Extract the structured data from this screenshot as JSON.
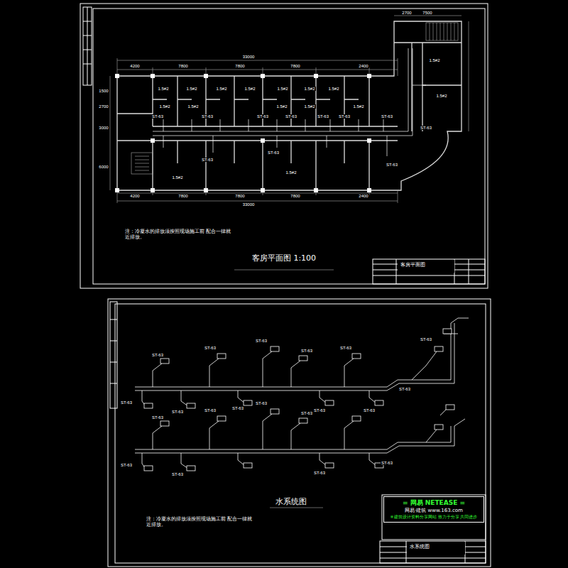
{
  "diagram": {
    "title": "客房平面图 1:100",
    "nodes": [
      {
        "text": [
          "客房平面图"
        ]
      },
      {
        "text": [
          "水系统图"
        ]
      },
      {
        "text": [
          "= 网易 NETEASE =",
          "网易·建筑 www.163.com",
          "※建筑设计资料分享网站 致力于分享 共同进步"
        ]
      }
    ],
    "labels": [
      "33000",
      "4200",
      "7800",
      "7800",
      "7800",
      "2400",
      "4200",
      "7800",
      "7800",
      "7800",
      "2400",
      "33000",
      "2700",
      "7500",
      "1500",
      "2700",
      "3000",
      "6000",
      "1.5#2",
      "1.5#2",
      "1.5#2",
      "1.5#2",
      "1.5#2",
      "1.5#2",
      "1.5#2",
      "1.5#2",
      "1.5#2",
      "1.5#2",
      "1.5#2",
      "1.5#2",
      "1.5#2",
      "1.5#2",
      "1.5#2",
      "1.5#2",
      "ST-63",
      "ST-63",
      "ST-63",
      "ST-63",
      "ST-63",
      "ST-63",
      "ST-63",
      "ST-63",
      "ST-63",
      "ST-63",
      "ST-63",
      "注：冷凝水的排放须按照现场施工前 配合一律就近排放。",
      "水系统图",
      "注：冷凝水的排放须按照现场施工前 配合一律就近排放。",
      "ST-63",
      "ST-63",
      "ST-63",
      "ST-63",
      "ST-63",
      "ST-63",
      "ST-63",
      "ST-63",
      "ST-63",
      "ST-63",
      "ST-63",
      "ST-63",
      "ST-63",
      "ST-63",
      "ST-63",
      "ST-63",
      "ST-63",
      "ST-63",
      "ST-63",
      "ST-63"
    ]
  }
}
